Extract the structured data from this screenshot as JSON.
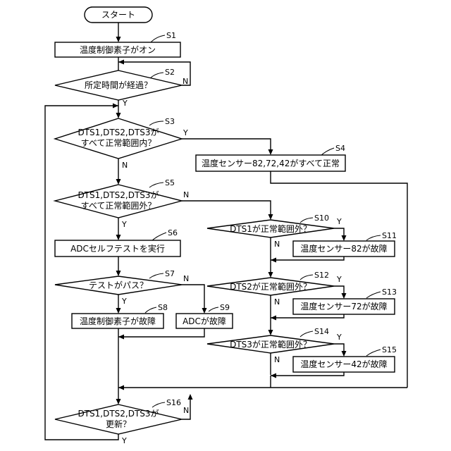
{
  "start": "スタート",
  "s1": {
    "tag": "S1",
    "text": "温度制御素子がオン"
  },
  "s2": {
    "tag": "S2",
    "text": "所定時間が経過？",
    "no": "N",
    "yes": "Y"
  },
  "s3": {
    "tag": "S3",
    "line1": "DTS1,DTS2,DTS3が",
    "line2": "すべて正常範囲内？",
    "yes": "Y",
    "no": "N"
  },
  "s4": {
    "tag": "S4",
    "text": "温度センサー82,72,42がすべて正常"
  },
  "s5": {
    "tag": "S5",
    "line1": "DTS1,DTS2,DTS3が",
    "line2": "すべて正常範囲外？",
    "no": "N",
    "yes": "Y"
  },
  "s6": {
    "tag": "S6",
    "text": "ADCセルフテストを実行"
  },
  "s7": {
    "tag": "S7",
    "text": "テストがパス？",
    "no": "N",
    "yes": "Y"
  },
  "s8": {
    "tag": "S8",
    "text": "温度制御素子が故障"
  },
  "s9": {
    "tag": "S9",
    "text": "ADCが故障"
  },
  "s10": {
    "tag": "S10",
    "text": "DTS1が正常範囲外？",
    "yes": "Y",
    "no": "N"
  },
  "s11": {
    "tag": "S11",
    "text": "温度センサー82が故障"
  },
  "s12": {
    "tag": "S12",
    "text": "DTS2が正常範囲外？",
    "yes": "Y",
    "no": "N"
  },
  "s13": {
    "tag": "S13",
    "text": "温度センサー72が故障"
  },
  "s14": {
    "tag": "S14",
    "text": "DTS3が正常範囲外？",
    "yes": "Y",
    "no": "N"
  },
  "s15": {
    "tag": "S15",
    "text": "温度センサー42が故障"
  },
  "s16": {
    "tag": "S16",
    "line1": "DTS1,DTS2,DTS3が",
    "line2": "更新？",
    "no": "N",
    "yes": "Y"
  }
}
